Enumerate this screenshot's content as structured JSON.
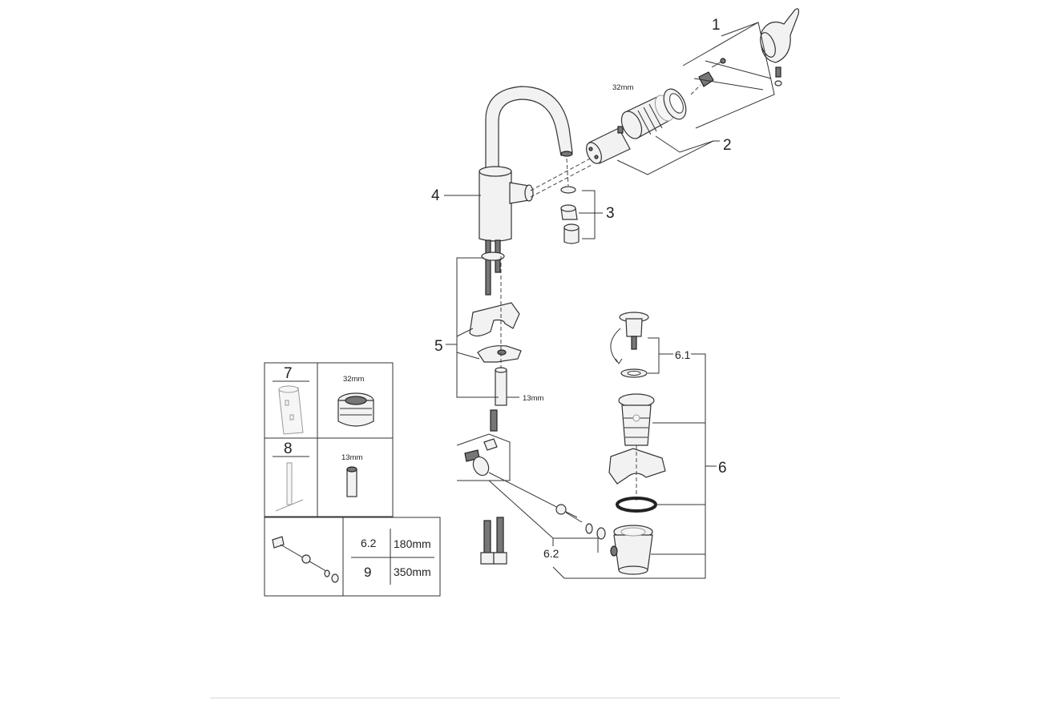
{
  "callouts": {
    "c1": "1",
    "c2": "2",
    "c3": "3",
    "c4": "4",
    "c5": "5",
    "c6": "6",
    "c61": "6.1",
    "c62": "6.2"
  },
  "dimensions": {
    "cartridge_nut": "32mm",
    "rod_nut": "13mm"
  },
  "inset": {
    "tool_7": "7",
    "tool_7_size": "32mm",
    "tool_8": "8",
    "tool_8_size": "13mm",
    "table": {
      "rows": [
        {
          "part": "6.2",
          "length": "180mm"
        },
        {
          "part": "9",
          "length": "350mm"
        }
      ]
    }
  }
}
